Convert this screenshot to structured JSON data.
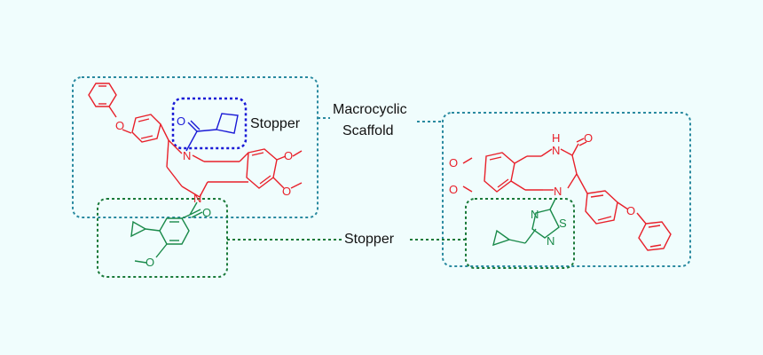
{
  "labels": {
    "stopper_top": "Stopper",
    "macrocyclic_line1": "Macrocyclic",
    "macrocyclic_line2": "Scaffold",
    "stopper_bottom": "Stopper"
  },
  "atoms": {
    "oxygen": "O",
    "nitrogen": "N",
    "hydrogen": "H",
    "sulfur": "S",
    "methoxy": "O"
  },
  "colors": {
    "background": "#f0fdfd",
    "scaffold": "#e8202a",
    "stopper_blue": "#1a1ad6",
    "stopper_green": "#1a8a4a",
    "box_teal": "#2a8aa0",
    "box_blue": "#1a1ad6",
    "box_green": "#1a7a3a"
  }
}
